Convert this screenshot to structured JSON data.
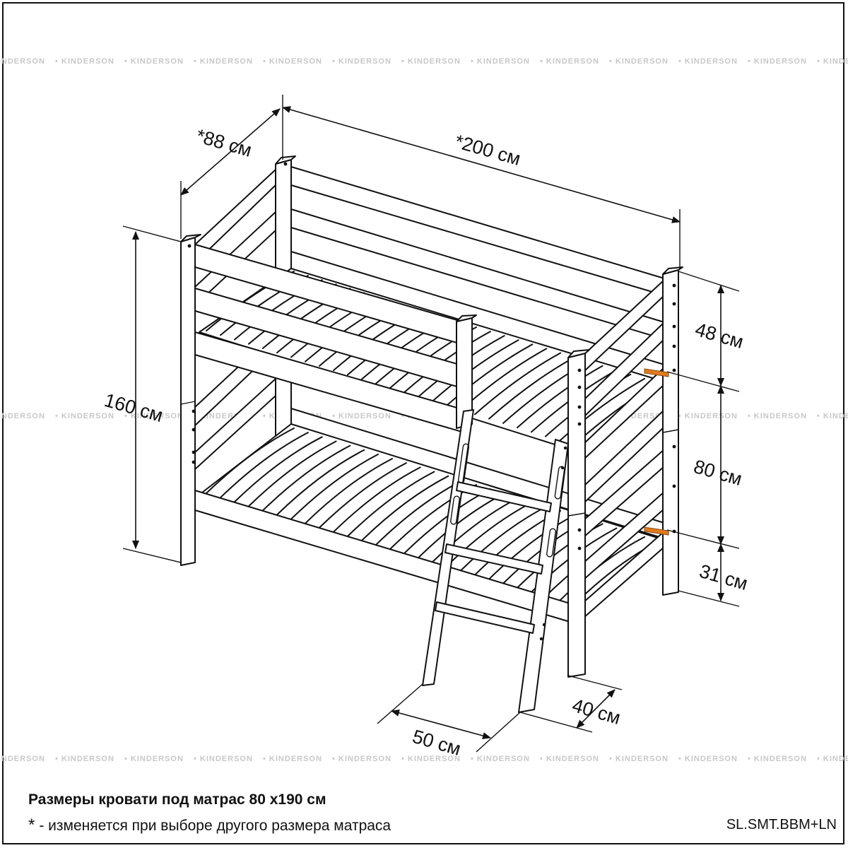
{
  "watermark": "KINDERSON",
  "dimensions": {
    "depth": "*88 см",
    "length": "*200 см",
    "height": "160 см",
    "upper_guard": "48 см",
    "tier_gap": "80 см",
    "lower_clearance": "31 см",
    "ladder_depth": "40 см",
    "ladder_width": "50 см"
  },
  "caption": {
    "title": "Размеры кровати под матрас 80 x190 см",
    "note_mark": "*",
    "note": "- изменяется при выборе другого размера матраса"
  },
  "product_code": "SL.SMT.BBM+LN",
  "accent_color": "#e07a1f"
}
